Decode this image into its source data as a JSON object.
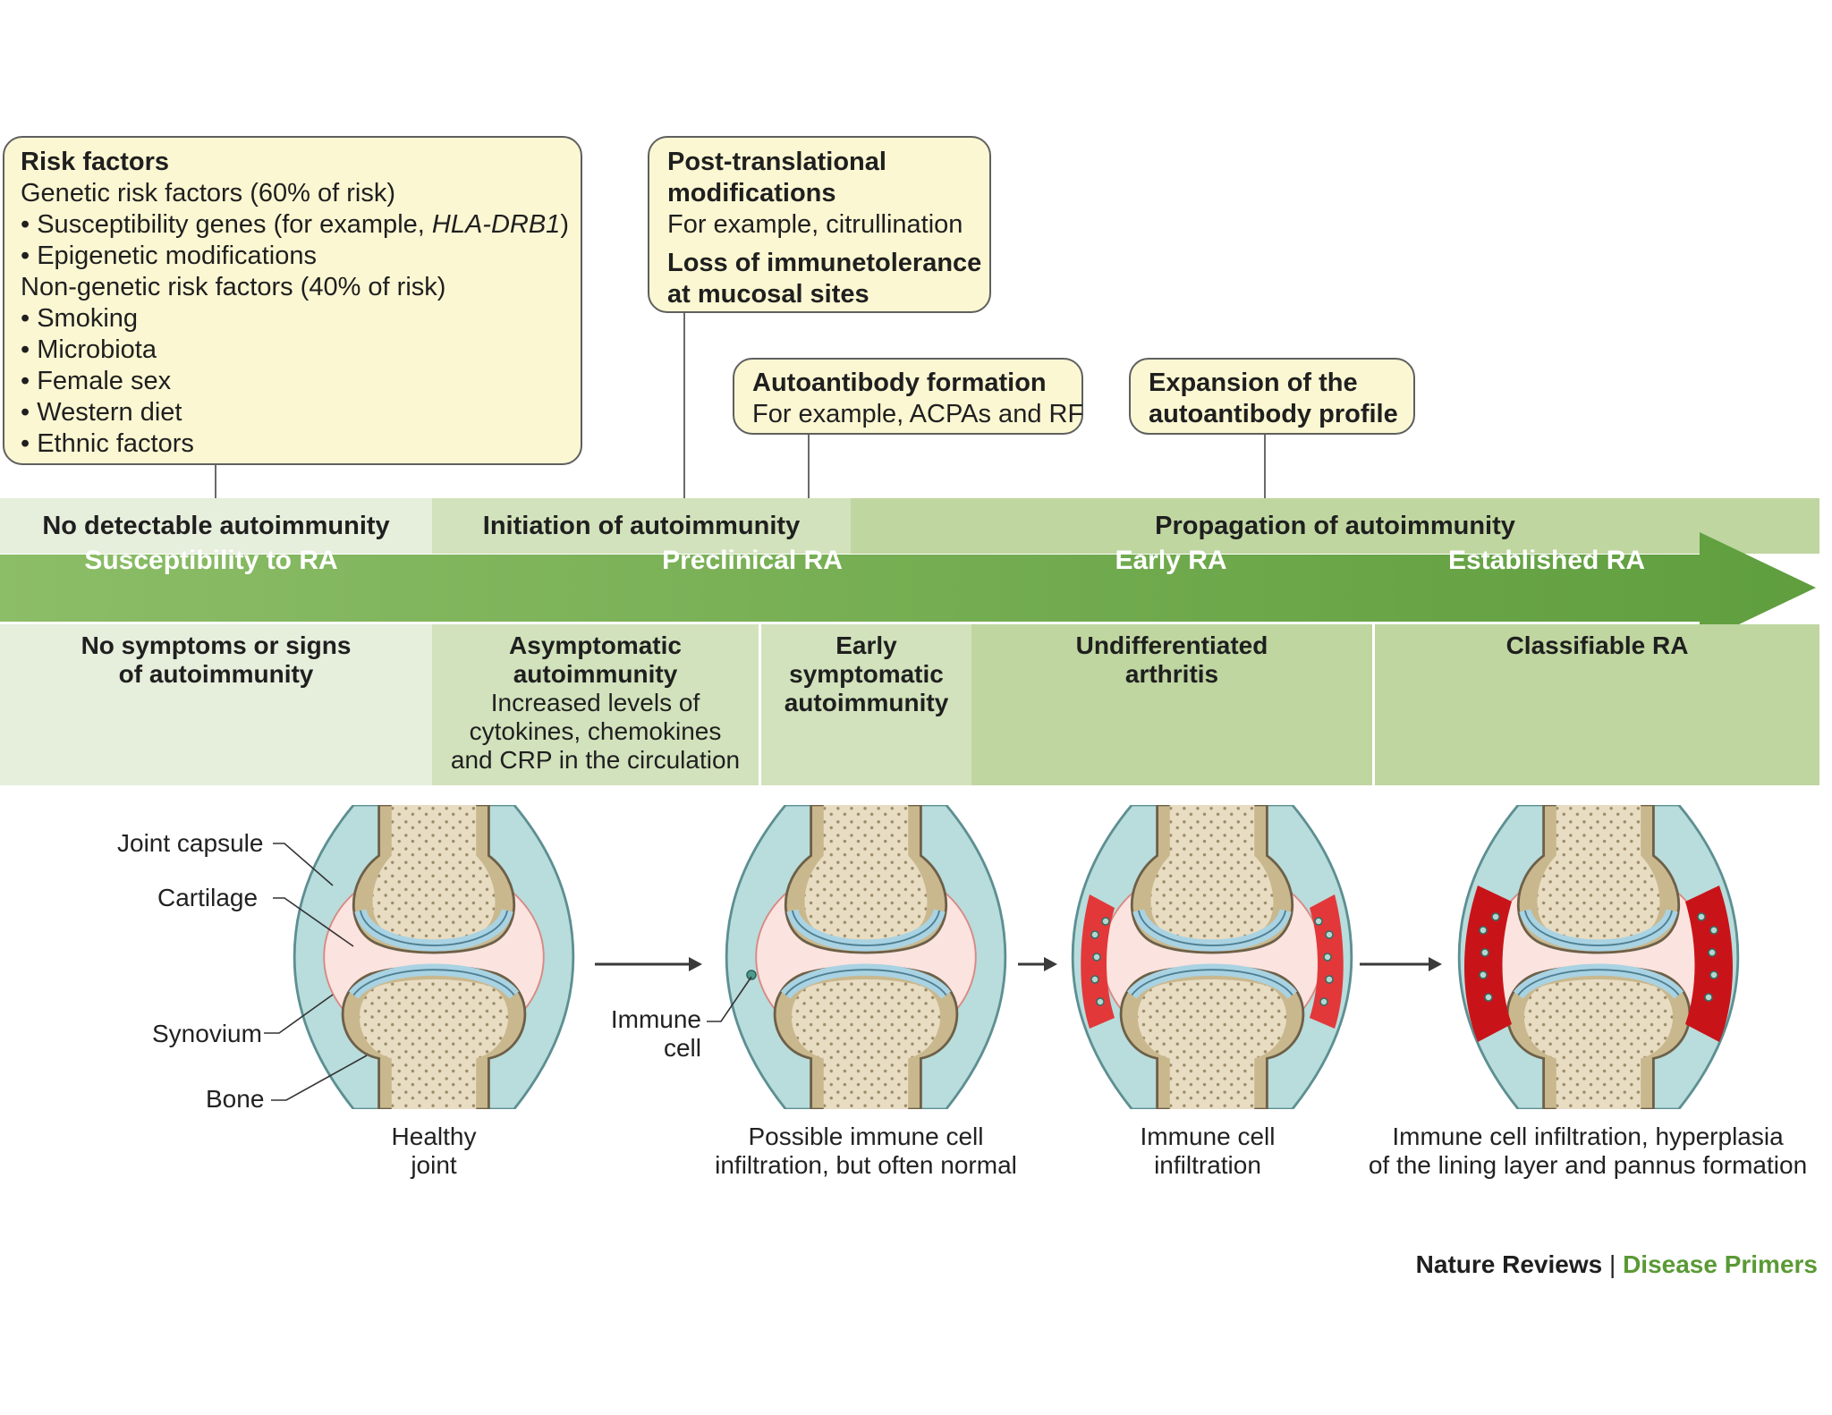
{
  "risk_box": {
    "title": "Risk factors",
    "genetic_heading": "Genetic risk factors (60% of risk)",
    "genetic_item1_prefix": "Susceptibility genes (for example, ",
    "genetic_item1_gene": "HLA-DRB1",
    "genetic_item1_suffix": ")",
    "genetic_item2": "Epigenetic modifications",
    "nongenetic_heading": "Non-genetic risk factors (40% of risk)",
    "nongenetic_items": [
      "Smoking",
      "Microbiota",
      "Female sex",
      "Western diet",
      "Ethnic factors"
    ]
  },
  "ptm_box": {
    "title_line1": "Post-translational",
    "title_line2": "modifications",
    "example": "For example, citrullination",
    "loss_line1": "Loss of immunetolerance",
    "loss_line2": "at mucosal sites"
  },
  "autoantibody_box": {
    "title": "Autoantibody formation",
    "example": "For example, ACPAs and RF"
  },
  "expansion_box": {
    "line1": "Expansion of the",
    "line2": "autoantibody profile"
  },
  "autoimmunity_bands": [
    "No detectable autoimmunity",
    "Initiation of autoimmunity",
    "Propagation of autoimmunity"
  ],
  "stages": [
    "Susceptibility to RA",
    "Preclinical RA",
    "Early RA",
    "Established RA"
  ],
  "columns": [
    {
      "title_line1": "No symptoms or signs",
      "title_line2": "of autoimmunity"
    },
    {
      "title_line1": "Asymptomatic",
      "title_line2": "autoimmunity",
      "sub_line1": "Increased levels of",
      "sub_line2": "cytokines, chemokines",
      "sub_line3": "and CRP in the circulation"
    },
    {
      "title_line1": "Early",
      "title_line2": "symptomatic",
      "title_line3": "autoimmunity"
    },
    {
      "title_line1": "Undifferentiated",
      "title_line2": "arthritis"
    },
    {
      "title_line1": "Classifiable RA"
    }
  ],
  "anatomy_labels": {
    "joint_capsule": "Joint capsule",
    "cartilage": "Cartilage",
    "synovium": "Synovium",
    "bone": "Bone",
    "immune_cell_line1": "Immune",
    "immune_cell_line2": "cell"
  },
  "joint_captions": [
    {
      "line1": "Healthy",
      "line2": "joint"
    },
    {
      "line1": "Possible immune cell",
      "line2": "infiltration, but often normal"
    },
    {
      "line1": "Immune cell",
      "line2": "infiltration"
    },
    {
      "line1": "Immune cell infiltration, hyperplasia",
      "line2": "of the lining layer and pannus formation"
    }
  ],
  "footer": {
    "journal": "Nature Reviews",
    "separator": "|",
    "section": "Disease Primers"
  },
  "colors": {
    "note_fill": "#fbf7d2",
    "band_light": "#e6eedc",
    "band_mid": "#d2e2bc",
    "band_dark": "#bfd6a0",
    "arrow": "#6ea64c",
    "synovium_healthy": "#f5b2ad",
    "synovium_inflamed": "#e2383a",
    "pannus": "#c81419",
    "footer_green": "#5a9a35"
  }
}
